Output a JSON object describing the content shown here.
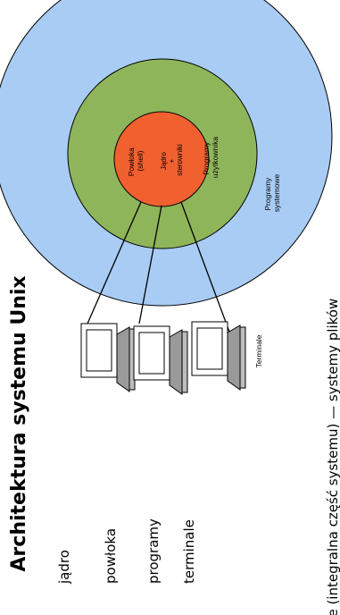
{
  "title": "Architektura systemu Unix",
  "bullets": [
    "jądro",
    "powłoka",
    "programy",
    "terminale"
  ],
  "footer": "owe (integralna część systemu) — systemy plików",
  "diagram": {
    "user_programs": [
      "Programy",
      "użytkownika"
    ],
    "system_programs": [
      "Programy",
      "systemowe"
    ],
    "shell": [
      "Powłoka",
      "(shell)"
    ],
    "kernel": [
      "Jądro",
      "+",
      "sterowniki"
    ],
    "terminals_label": "Terminale",
    "colors": {
      "outer_ring": "#a8ccf4",
      "middle_ring": "#8fb55a",
      "core": "#f1602f",
      "outline": "#000000"
    }
  }
}
